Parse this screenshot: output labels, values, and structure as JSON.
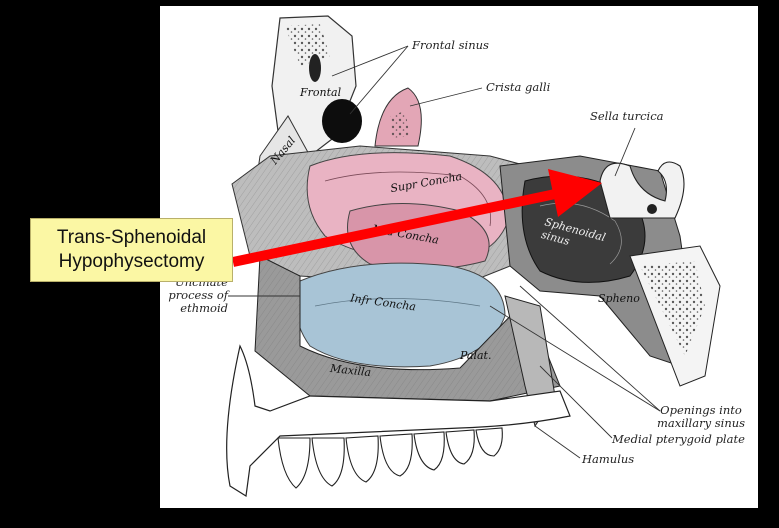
{
  "callout": {
    "line1": "Trans-Sphenoidal",
    "line2": "Hypophysectomy"
  },
  "labels": {
    "frontal_sinus": "Frontal sinus",
    "crista_galli": "Crista galli",
    "sella_turcica": "Sella turcica",
    "uncinate_1": "Uncinate",
    "uncinate_2": "process of",
    "uncinate_3": "ethmoid",
    "openings_1": "Openings into",
    "openings_2": "maxillary sinus",
    "medial_pterygoid": "Medial pterygoid plate",
    "hamulus": "Hamulus"
  },
  "bone_labels": {
    "frontal": "Frontal",
    "nasal": "Nasal",
    "supr_concha": "Supr Concha",
    "mid_concha": "Mid Concha",
    "sphenoidal_sinus": "Sphenoidal sinus",
    "infr_concha": "Infr Concha",
    "maxilla": "Maxilla",
    "palat": "Palat.",
    "spheno": "Spheno"
  },
  "colors": {
    "background": "#000000",
    "plate": "#ffffff",
    "arrow": "#ff0000",
    "callout_fill": "#fbf7a4",
    "superior_concha_pink": "#e9b3c3",
    "inferior_concha_blue": "#a8c4d6"
  }
}
